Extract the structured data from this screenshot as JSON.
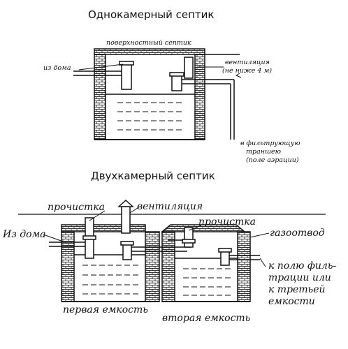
{
  "diagram1": {
    "title": "Однокамерный септик",
    "labels": {
      "surface": "поверхностный септик",
      "from_house": "из дома",
      "ventilation": "вентиляция",
      "vent_height": "(не ниже 4 м)",
      "to_filter_1": "в фильтрующую",
      "to_filter_2": "траншею",
      "to_filter_3": "(поле аэрации)"
    }
  },
  "diagram2": {
    "title": "Двухкамерный септик",
    "labels": {
      "cleanout_1": "прочистка",
      "ventilation": "вентиляция",
      "cleanout_2": "прочистка",
      "from_house": "Из дома",
      "gas_outlet": "газоотвод",
      "to_field_1": "к полю филь-",
      "to_field_2": "трации или",
      "to_field_3": "к третьей",
      "to_field_4": "емкости",
      "first_tank": "первая емкость",
      "second_tank": "вторая емкость"
    }
  },
  "colors": {
    "ink": "#111111",
    "brick": "#444444",
    "background": "#ffffff"
  }
}
